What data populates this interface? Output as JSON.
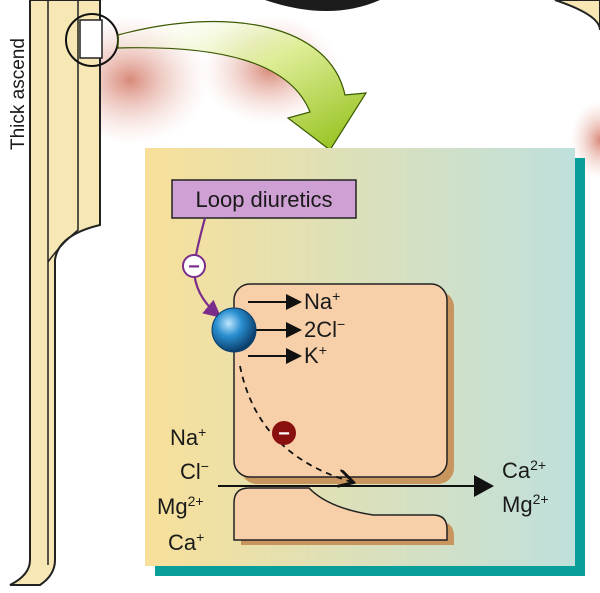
{
  "tubule_label": "Thick ascend",
  "drug": {
    "label": "Loop diuretics",
    "inhibit_symbol": "−"
  },
  "cotransporter_ions": [
    {
      "base": "Na",
      "sup": "+"
    },
    {
      "base": "2Cl",
      "sup": "−"
    },
    {
      "base": "K",
      "sup": "+"
    }
  ],
  "inhibit_symbol_cell": "−",
  "paracellular_ions": [
    {
      "base": "Na",
      "sup": "+"
    },
    {
      "base": "Cl",
      "sup": "−"
    },
    {
      "base": "Mg",
      "sup": "2+"
    },
    {
      "base": "Ca",
      "sup": "+"
    }
  ],
  "outflow_ions": [
    {
      "base": "Ca",
      "sup": "2+"
    },
    {
      "base": "Mg",
      "sup": "2+"
    }
  ],
  "colors": {
    "panel_gradient_start": "#f8e09a",
    "panel_gradient_end": "#bfe0dc",
    "panel_shadow": "#0a9e9a",
    "cell_fill": "#f7cfa8",
    "cell_shadow": "#c9955e",
    "drug_box_fill": "#cfa0d4",
    "drug_arrow": "#7a2d8a",
    "transporter": "#2a8fd0",
    "inhibit_cell": "#8a1010",
    "pointer_arrow": "#9cc420",
    "tubule_fill": "#f6e7b4"
  }
}
